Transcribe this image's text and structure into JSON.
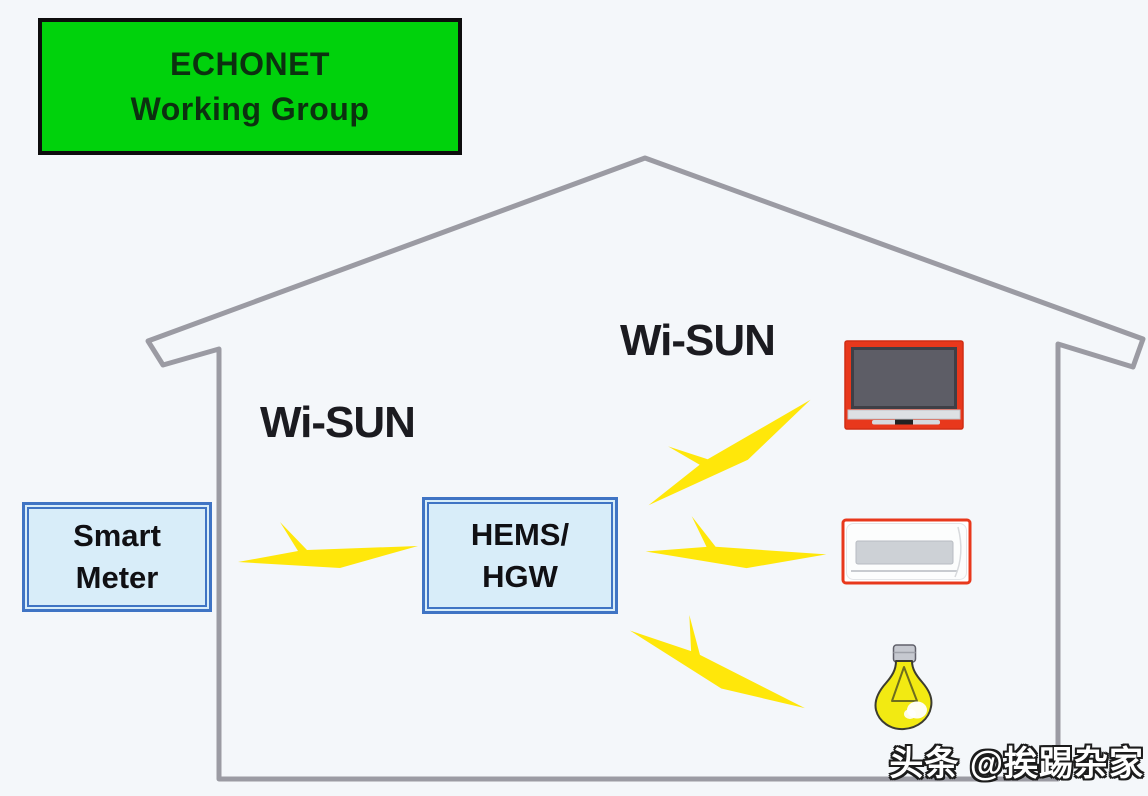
{
  "title_box": {
    "line1": "ECHONET",
    "line2": "Working Group"
  },
  "network_labels": {
    "meter_link": "Wi-SUN",
    "device_link": "Wi-SUN"
  },
  "nodes": {
    "smart_meter": {
      "line1": "Smart",
      "line2": "Meter"
    },
    "hems_gateway": {
      "line1": "HEMS/",
      "line2": "HGW"
    }
  },
  "icons": {
    "house": "house-outline",
    "links": "lightning-bolt-icon",
    "tv": "tv-icon",
    "air_conditioner": "air-conditioner-icon",
    "light_bulb": "light-bulb-icon"
  },
  "watermark": "头条 @挨踢杂家",
  "colors": {
    "background": "#f4f7fa",
    "house-line": "#9b9ba3",
    "title-green": "#00d20c",
    "title-border": "#0d0d0d",
    "title-text": "#0c3110",
    "node-border": "#3f74c4",
    "node-fill": "#d8edf9",
    "node-text": "#101014",
    "label-text": "#1b1b20",
    "bolt-yellow": "#ffe70a",
    "device-red": "#e8381c",
    "tv-screen": "#5d5d66",
    "bulb-yellow": "#f2ea12"
  }
}
